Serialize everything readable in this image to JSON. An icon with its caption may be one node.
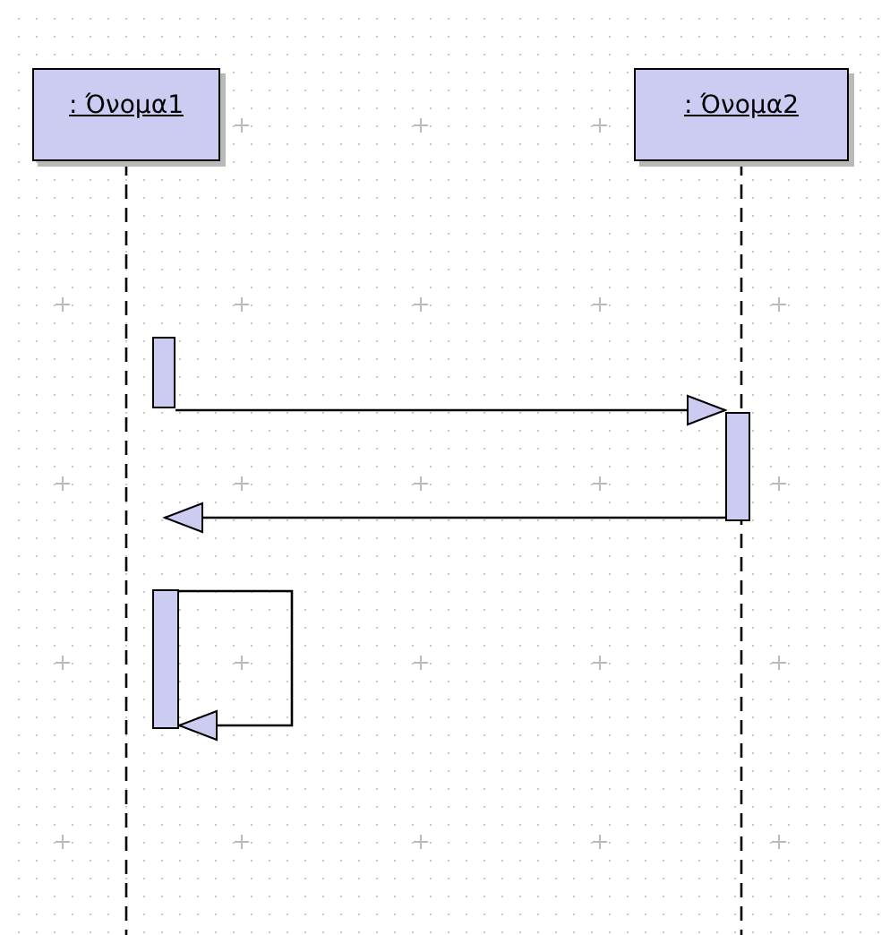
{
  "diagram": {
    "nodes": [
      {
        "text": [
          ": Όνομα1"
        ]
      },
      {
        "text": [
          ": Όνομα2"
        ]
      },
      {
        "text": [],
        "shape": "bar"
      },
      {
        "text": [],
        "shape": "bar"
      },
      {
        "text": [],
        "shape": "bar"
      }
    ],
    "edges": [
      {
        "from": 0,
        "to": null,
        "arrow": "none",
        "style": "dashed"
      },
      {
        "from": 1,
        "to": null,
        "arrow": "none",
        "style": "dashed"
      },
      {
        "from": 2,
        "to": 3,
        "arrow": "to"
      },
      {
        "from": 3,
        "to": null,
        "arrow": "to"
      },
      {
        "from": 4,
        "to": 4,
        "arrow": "to"
      }
    ]
  }
}
